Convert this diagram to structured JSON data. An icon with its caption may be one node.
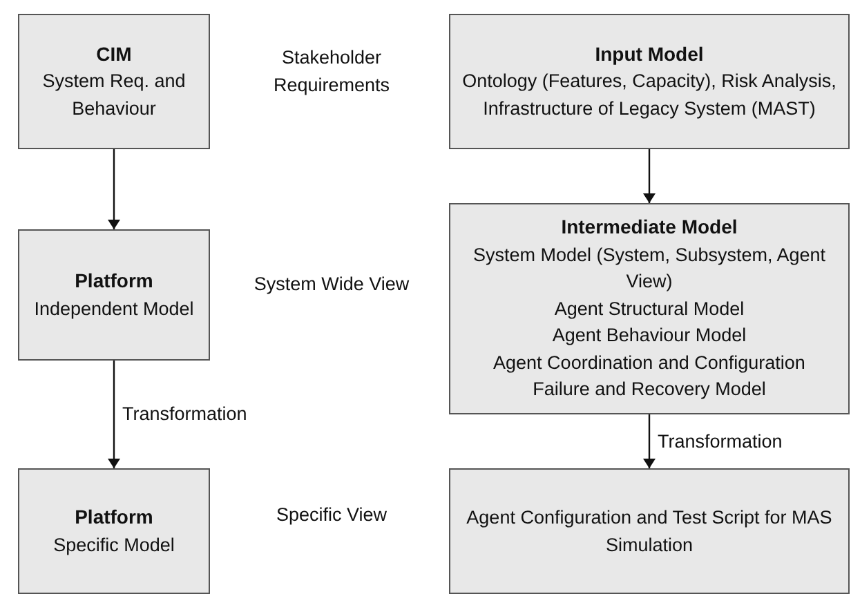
{
  "diagram": {
    "nodes": [
      {
        "text": [
          "CIM",
          "System Req. and Behaviour"
        ]
      },
      {
        "text": [
          "Platform",
          "Independent Model"
        ]
      },
      {
        "text": [
          "Platform",
          "Specific Model"
        ]
      },
      {
        "text": [
          "Input Model",
          "Ontology (Features, Capacity), Risk Analysis, Infrastructure of Legacy System (MAST)"
        ]
      },
      {
        "text": [
          "Intermediate Model",
          "System Model (System, Subsystem, Agent View)",
          "Agent Structural Model",
          "Agent Behaviour Model",
          "Agent Coordination and Configuration",
          "Failure and Recovery Model"
        ]
      },
      {
        "text": [
          "Agent Configuration and Test Script for MAS Simulation"
        ]
      }
    ],
    "edges": [
      {
        "from": 0,
        "to": 1,
        "arrow": "to"
      },
      {
        "from": 1,
        "to": 2,
        "arrow": "to",
        "label": "Transformation"
      },
      {
        "from": 3,
        "to": 4,
        "arrow": "to"
      },
      {
        "from": 4,
        "to": 5,
        "arrow": "to",
        "label": "Transformation"
      }
    ],
    "labels": [
      "Stakeholder Requirements",
      "System Wide View",
      "Specific View"
    ]
  }
}
